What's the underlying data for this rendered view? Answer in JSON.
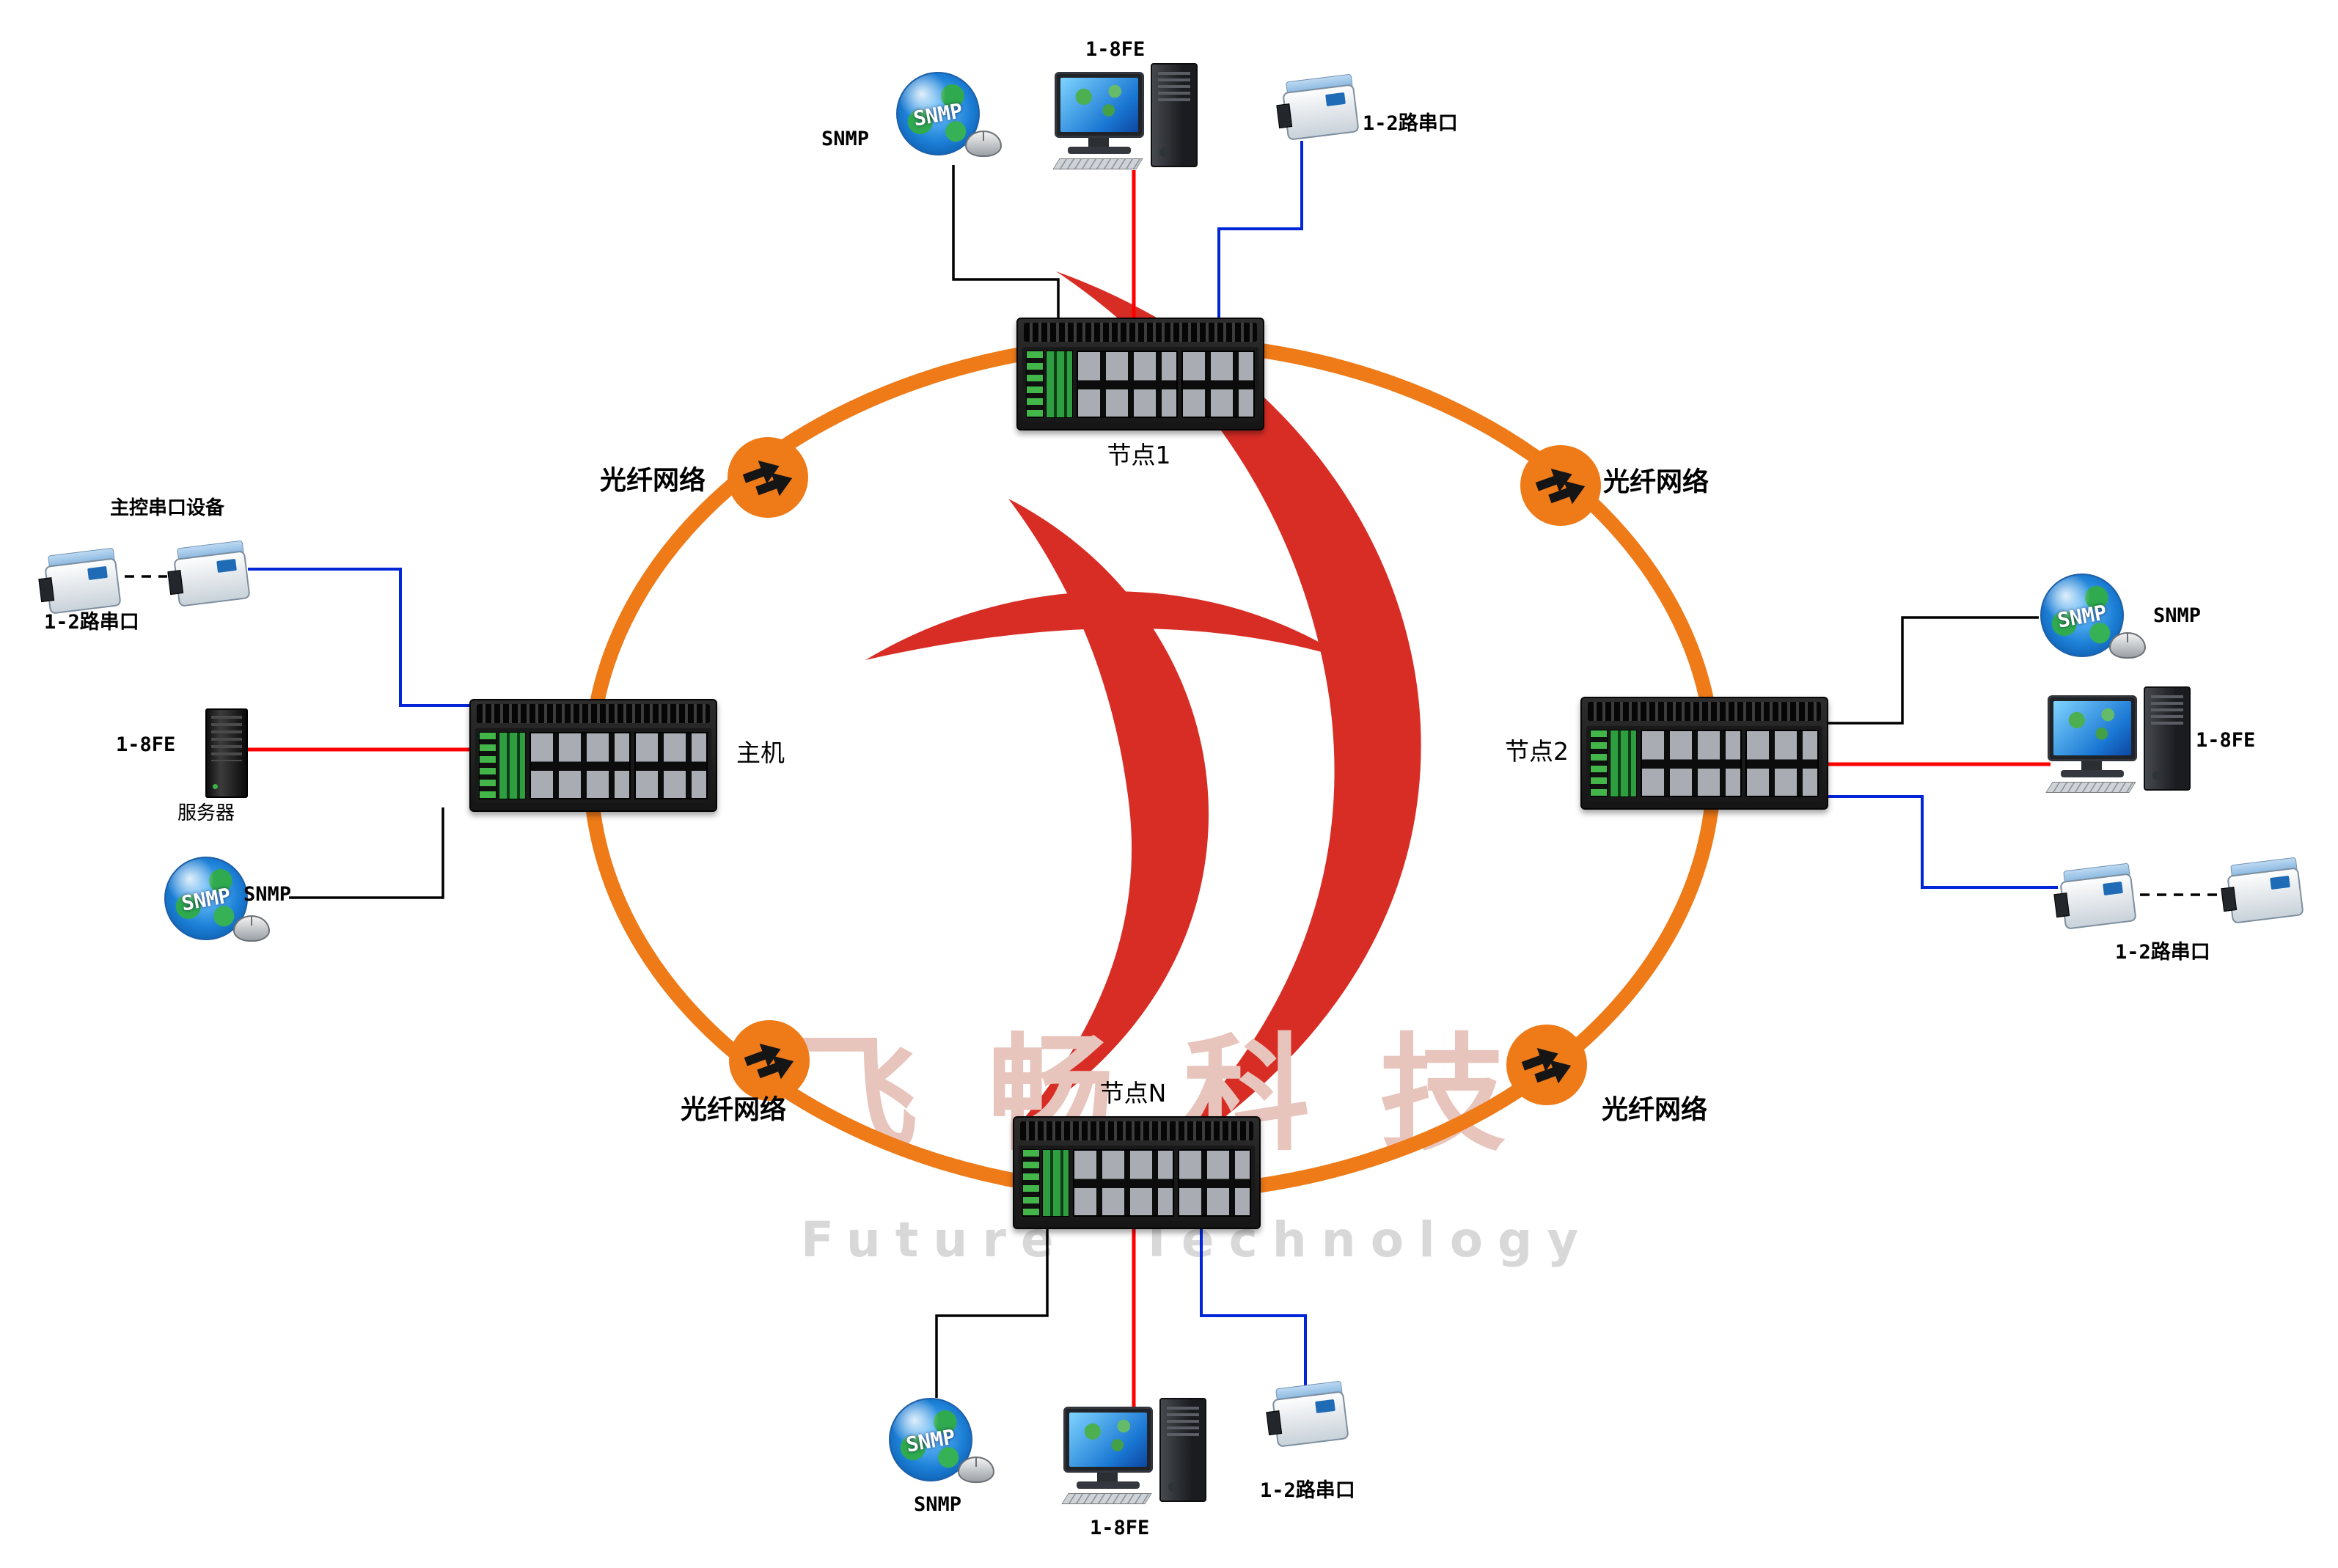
{
  "watermark": {
    "company_cn": "飞畅科技",
    "company_en": "Future Technology"
  },
  "colors": {
    "ring_orange": "#EE7A18",
    "line_red": "#FF0000",
    "line_blue": "#0026D8",
    "line_black": "#000000",
    "logo_red": "#D7251D"
  },
  "ring_labels": [
    "光纤网络",
    "光纤网络",
    "光纤网络",
    "光纤网络"
  ],
  "nodes": [
    {
      "position": "top",
      "label": "节点1"
    },
    {
      "position": "left",
      "label": "主机"
    },
    {
      "position": "right",
      "label": "节点2"
    },
    {
      "position": "bottom",
      "label": "节点N"
    }
  ],
  "clusters": {
    "top": {
      "snmp": "SNMP",
      "pc": "1-8FE",
      "serial": "1-2路串口"
    },
    "left": {
      "title": "主控串口设备",
      "serial": "1-2路串口",
      "server_link": "1-8FE",
      "server": "服务器",
      "snmp": "SNMP"
    },
    "right": {
      "snmp": "SNMP",
      "pc": "1-8FE",
      "serial": "1-2路串口"
    },
    "bottom": {
      "snmp": "SNMP",
      "pc": "1-8FE",
      "serial": "1-2路串口"
    }
  },
  "globe_text": "SNMP"
}
